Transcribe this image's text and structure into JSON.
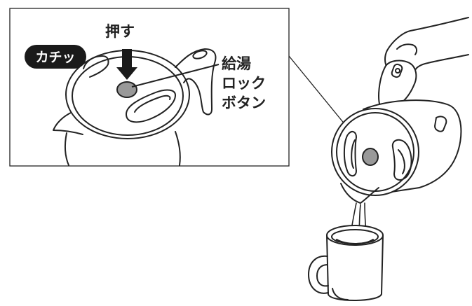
{
  "callout": {
    "action_label": "押す",
    "click_sound_label": "カチッ",
    "button_label_line1": "給湯",
    "button_label_line2": "ロック",
    "button_label_line3": "ボタン"
  },
  "colors": {
    "line": "#222222",
    "button_fill": "#999999",
    "badge_fill": "#1a1a1a",
    "badge_text": "#ffffff",
    "background": "#ffffff"
  },
  "icons": {
    "arrow": "down-arrow-icon"
  }
}
